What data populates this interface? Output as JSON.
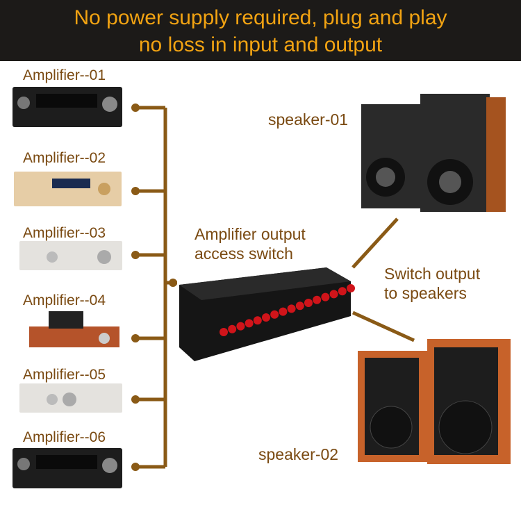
{
  "header": {
    "line1": "No power supply required, plug and play",
    "line2": "no loss in input and output"
  },
  "amplifiers": [
    {
      "label": "Amplifier--01",
      "style": "black"
    },
    {
      "label": "Amplifier--02",
      "style": "gold"
    },
    {
      "label": "Amplifier--03",
      "style": "silver"
    },
    {
      "label": "Amplifier--04",
      "style": "tube"
    },
    {
      "label": "Amplifier--05",
      "style": "silver"
    },
    {
      "label": "Amplifier--06",
      "style": "black"
    }
  ],
  "switch": {
    "label_line1": "Amplifier output",
    "label_line2": "access switch"
  },
  "output": {
    "label_line1": "Switch output",
    "label_line2": "to speakers"
  },
  "speakers": [
    {
      "label": "speaker-01"
    },
    {
      "label": "speaker-02"
    }
  ],
  "colors": {
    "header_bg": "#1c1a18",
    "header_text": "#f2a312",
    "line": "#8a5a16",
    "label": "#7a4a12"
  }
}
